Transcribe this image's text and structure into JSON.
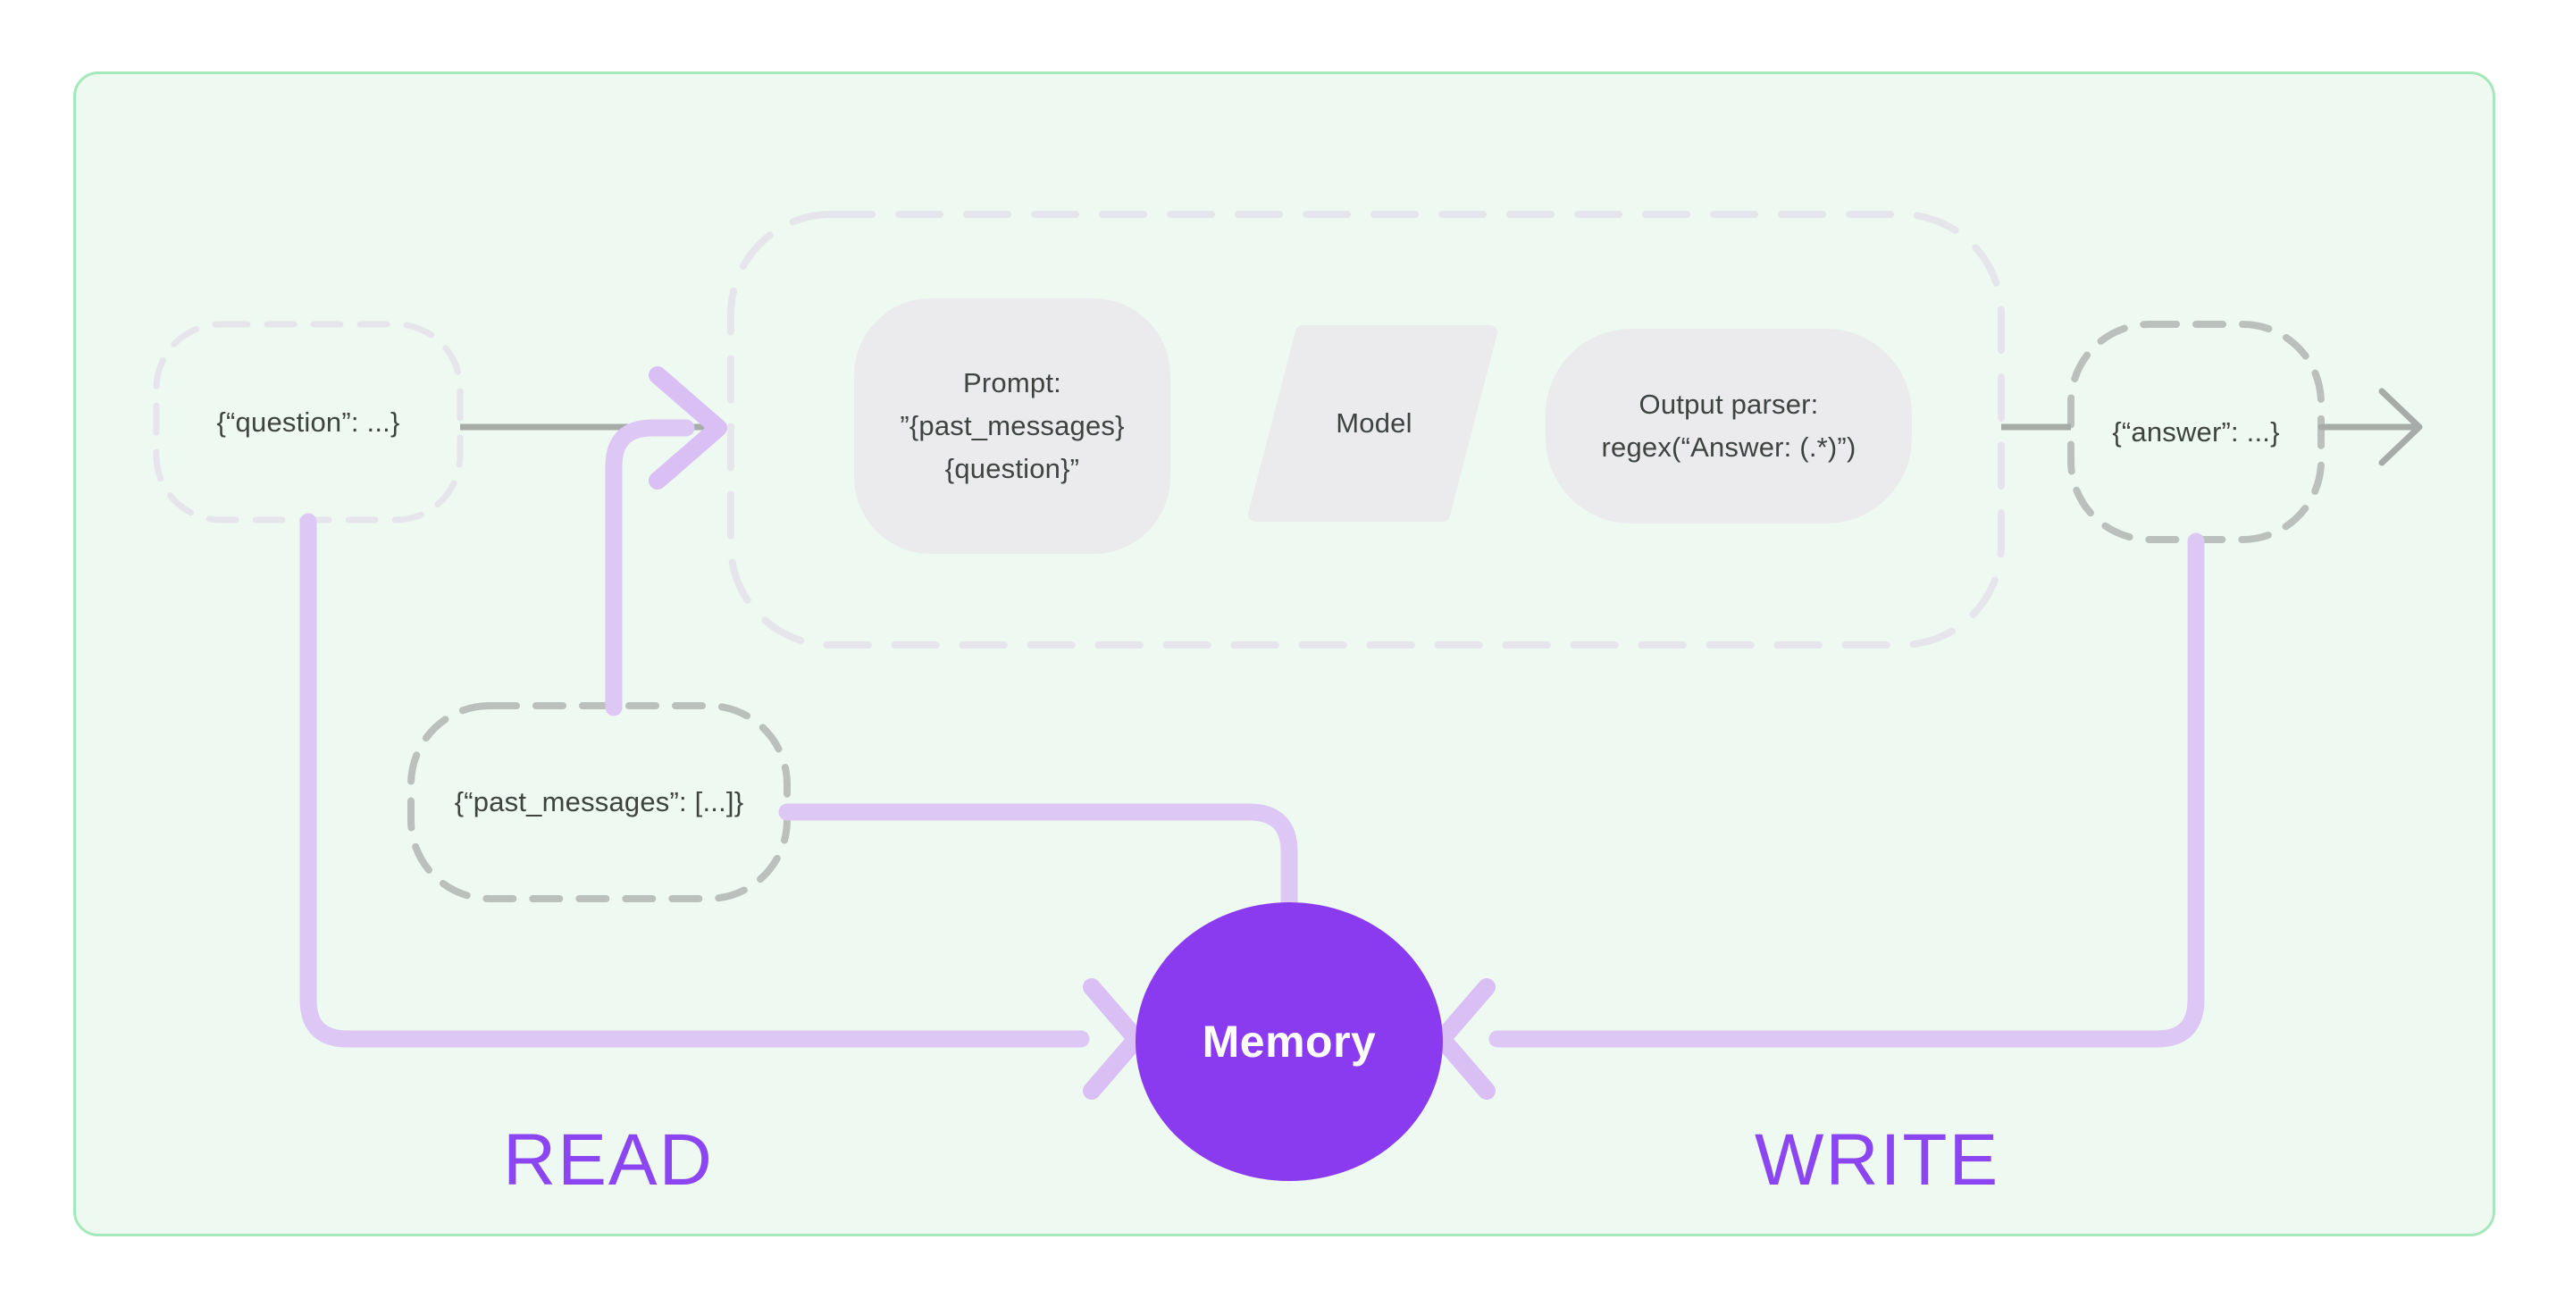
{
  "diagram": {
    "nodes": {
      "question": {
        "label": "{“question”: ...}"
      },
      "prompt": {
        "line1": "Prompt:",
        "line2": "”{past_messages}",
        "line3": "{question}”"
      },
      "model": {
        "label": "Model"
      },
      "output_parser": {
        "line1": "Output parser:",
        "line2": "regex(“Answer: (.*)”)"
      },
      "answer": {
        "label": "{“answer”: ...}"
      },
      "past_messages": {
        "label": "{“past_messages”: [...]}"
      },
      "memory": {
        "label": "Memory"
      }
    },
    "flow_labels": {
      "read": "READ",
      "write": "WRITE"
    },
    "colors": {
      "panel_fill": "#edf9f1",
      "panel_border": "#a5e8ba",
      "node_fill": "#ebebed",
      "dash_light": "#e7e5ec",
      "dash_mid": "#bac1bd",
      "text_dark": "#3e4340",
      "grey_line": "#a6aca8",
      "purple_line": "#ddc8f5",
      "purple_arrow": "#d9bff4",
      "memory_fill": "#8a3bef",
      "label_purple": "#8b46f2"
    }
  }
}
